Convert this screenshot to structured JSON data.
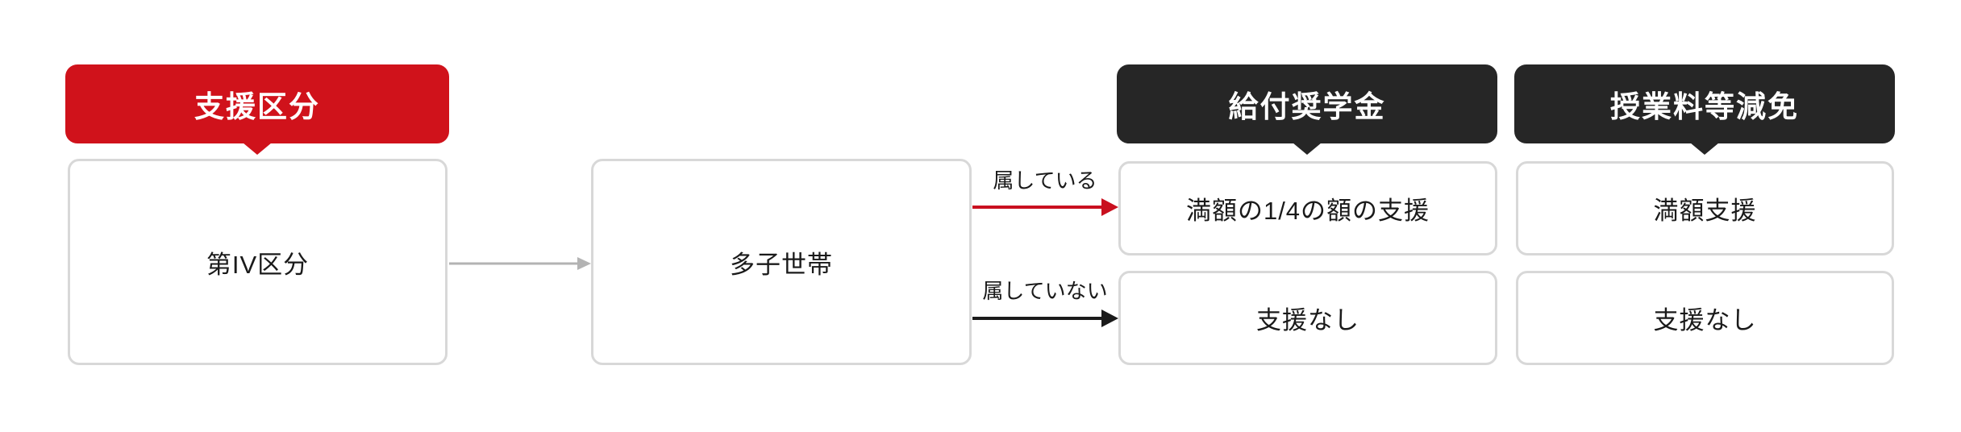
{
  "flowchart": {
    "source": {
      "header": "支援区分",
      "node": "第IV区分"
    },
    "condition_node": "多子世帯",
    "branches": {
      "yes": "属している",
      "no": "属していない"
    },
    "outcome_columns": [
      {
        "header": "給付奨学金",
        "rows": [
          "満額の1/4の額の支援",
          "支援なし"
        ]
      },
      {
        "header": "授業料等減免",
        "rows": [
          "満額支援",
          "支援なし"
        ]
      }
    ],
    "colors": {
      "support_header_bg": "#d0121b",
      "outcome_header_bg": "#262626",
      "node_border": "#d8d8d8",
      "text": "#1a1a1a",
      "arrow_gray": "#b3b3b3",
      "arrow_red": "#c9101f",
      "arrow_black": "#1a1a1a"
    }
  }
}
